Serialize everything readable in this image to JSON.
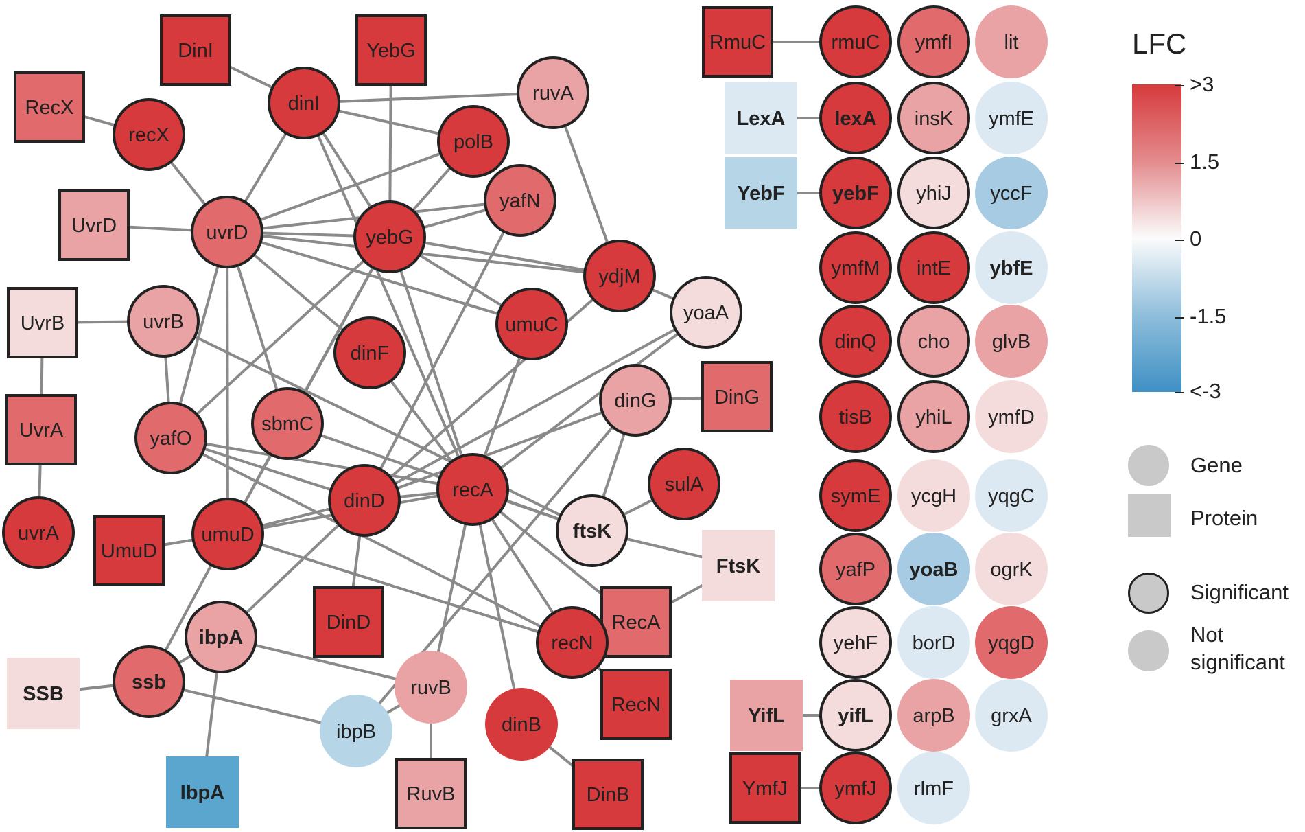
{
  "colors": {
    "strong_red": "#d73a3c",
    "mid_red": "#e06a6c",
    "light_red": "#e9a3a5",
    "pale_red": "#f5dcdc",
    "pale_blue": "#dce9f2",
    "light_blue": "#b6d6e8",
    "mid_blue": "#a6cbe2",
    "strong_blue": "#5aa6cf",
    "edge": "#8a8a8a",
    "outline": "#222222",
    "legend_gray": "#c9c9c9"
  },
  "nodes": [
    {
      "id": "DinI_p",
      "label": "DinI",
      "shape": "square",
      "significant": true,
      "bold": false,
      "level": "strong_red"
    },
    {
      "id": "YebG_p",
      "label": "YebG",
      "shape": "square",
      "significant": true,
      "bold": false,
      "level": "strong_red"
    },
    {
      "id": "RecX_p",
      "label": "RecX",
      "shape": "square",
      "significant": true,
      "bold": false,
      "level": "mid_red"
    },
    {
      "id": "UvrD_p",
      "label": "UvrD",
      "shape": "square",
      "significant": true,
      "bold": false,
      "level": "light_red"
    },
    {
      "id": "UvrB_p",
      "label": "UvrB",
      "shape": "square",
      "significant": true,
      "bold": false,
      "level": "pale_red"
    },
    {
      "id": "UvrA_p",
      "label": "UvrA",
      "shape": "square",
      "significant": true,
      "bold": false,
      "level": "mid_red"
    },
    {
      "id": "UmuD_p",
      "label": "UmuD",
      "shape": "square",
      "significant": true,
      "bold": false,
      "level": "strong_red"
    },
    {
      "id": "SSB_p",
      "label": "SSB",
      "shape": "square",
      "significant": false,
      "bold": true,
      "level": "pale_red"
    },
    {
      "id": "IbpA_p",
      "label": "IbpA",
      "shape": "square",
      "significant": false,
      "bold": true,
      "level": "strong_blue"
    },
    {
      "id": "DinD_p",
      "label": "DinD",
      "shape": "square",
      "significant": true,
      "bold": false,
      "level": "strong_red"
    },
    {
      "id": "RuvB_p",
      "label": "RuvB",
      "shape": "square",
      "significant": true,
      "bold": false,
      "level": "light_red"
    },
    {
      "id": "DinB_p",
      "label": "DinB",
      "shape": "square",
      "significant": true,
      "bold": false,
      "level": "strong_red"
    },
    {
      "id": "RecN_p",
      "label": "RecN",
      "shape": "square",
      "significant": true,
      "bold": false,
      "level": "strong_red"
    },
    {
      "id": "RecA_p",
      "label": "RecA",
      "shape": "square",
      "significant": true,
      "bold": false,
      "level": "mid_red"
    },
    {
      "id": "FtsK_p",
      "label": "FtsK",
      "shape": "square",
      "significant": false,
      "bold": true,
      "level": "pale_red"
    },
    {
      "id": "DinG_p",
      "label": "DinG",
      "shape": "square",
      "significant": true,
      "bold": false,
      "level": "mid_red"
    },
    {
      "id": "RmuC_p",
      "label": "RmuC",
      "shape": "square",
      "significant": true,
      "bold": false,
      "level": "strong_red"
    },
    {
      "id": "LexA_p",
      "label": "LexA",
      "shape": "square",
      "significant": false,
      "bold": true,
      "level": "pale_blue"
    },
    {
      "id": "YebF_p",
      "label": "YebF",
      "shape": "square",
      "significant": false,
      "bold": true,
      "level": "light_blue"
    },
    {
      "id": "YifL_p",
      "label": "YifL",
      "shape": "square",
      "significant": false,
      "bold": true,
      "level": "light_red"
    },
    {
      "id": "YmfJ_p",
      "label": "YmfJ",
      "shape": "square",
      "significant": true,
      "bold": false,
      "level": "strong_red"
    },
    {
      "id": "dinI",
      "label": "dinI",
      "shape": "circle",
      "significant": true,
      "bold": false,
      "level": "strong_red"
    },
    {
      "id": "recX",
      "label": "recX",
      "shape": "circle",
      "significant": true,
      "bold": false,
      "level": "strong_red"
    },
    {
      "id": "ruvA",
      "label": "ruvA",
      "shape": "circle",
      "significant": true,
      "bold": false,
      "level": "light_red"
    },
    {
      "id": "polB",
      "label": "polB",
      "shape": "circle",
      "significant": true,
      "bold": false,
      "level": "strong_red"
    },
    {
      "id": "yafN",
      "label": "yafN",
      "shape": "circle",
      "significant": true,
      "bold": false,
      "level": "mid_red"
    },
    {
      "id": "uvrD",
      "label": "uvrD",
      "shape": "circle",
      "significant": true,
      "bold": false,
      "level": "mid_red"
    },
    {
      "id": "yebG",
      "label": "yebG",
      "shape": "circle",
      "significant": true,
      "bold": false,
      "level": "strong_red"
    },
    {
      "id": "ydjM",
      "label": "ydjM",
      "shape": "circle",
      "significant": true,
      "bold": false,
      "level": "strong_red"
    },
    {
      "id": "yoaA",
      "label": "yoaA",
      "shape": "circle",
      "significant": true,
      "bold": false,
      "level": "pale_red"
    },
    {
      "id": "uvrB",
      "label": "uvrB",
      "shape": "circle",
      "significant": true,
      "bold": false,
      "level": "light_red"
    },
    {
      "id": "umuC",
      "label": "umuC",
      "shape": "circle",
      "significant": true,
      "bold": false,
      "level": "strong_red"
    },
    {
      "id": "dinF",
      "label": "dinF",
      "shape": "circle",
      "significant": true,
      "bold": false,
      "level": "strong_red"
    },
    {
      "id": "dinG",
      "label": "dinG",
      "shape": "circle",
      "significant": true,
      "bold": false,
      "level": "light_red"
    },
    {
      "id": "yafO",
      "label": "yafO",
      "shape": "circle",
      "significant": true,
      "bold": false,
      "level": "mid_red"
    },
    {
      "id": "sbmC",
      "label": "sbmC",
      "shape": "circle",
      "significant": true,
      "bold": false,
      "level": "mid_red"
    },
    {
      "id": "uvrA",
      "label": "uvrA",
      "shape": "circle",
      "significant": true,
      "bold": false,
      "level": "strong_red"
    },
    {
      "id": "dinD",
      "label": "dinD",
      "shape": "circle",
      "significant": true,
      "bold": false,
      "level": "strong_red"
    },
    {
      "id": "recA",
      "label": "recA",
      "shape": "circle",
      "significant": true,
      "bold": false,
      "level": "strong_red"
    },
    {
      "id": "sulA",
      "label": "sulA",
      "shape": "circle",
      "significant": true,
      "bold": false,
      "level": "strong_red"
    },
    {
      "id": "ftsK",
      "label": "ftsK",
      "shape": "circle",
      "significant": true,
      "bold": true,
      "level": "pale_red"
    },
    {
      "id": "umuD",
      "label": "umuD",
      "shape": "circle",
      "significant": true,
      "bold": false,
      "level": "strong_red"
    },
    {
      "id": "ibpA",
      "label": "ibpA",
      "shape": "circle",
      "significant": true,
      "bold": true,
      "level": "light_red"
    },
    {
      "id": "ssb",
      "label": "ssb",
      "shape": "circle",
      "significant": true,
      "bold": true,
      "level": "mid_red"
    },
    {
      "id": "ruvB",
      "label": "ruvB",
      "shape": "circle",
      "significant": false,
      "bold": false,
      "level": "light_red"
    },
    {
      "id": "ibpB",
      "label": "ibpB",
      "shape": "circle",
      "significant": false,
      "bold": false,
      "level": "light_blue"
    },
    {
      "id": "recN",
      "label": "recN",
      "shape": "circle",
      "significant": true,
      "bold": false,
      "level": "strong_red"
    },
    {
      "id": "dinB",
      "label": "dinB",
      "shape": "circle",
      "significant": false,
      "bold": false,
      "level": "strong_red"
    },
    {
      "id": "rmuC",
      "label": "rmuC",
      "shape": "circle",
      "significant": true,
      "bold": false,
      "level": "strong_red"
    },
    {
      "id": "ymfI",
      "label": "ymfI",
      "shape": "circle",
      "significant": true,
      "bold": false,
      "level": "mid_red"
    },
    {
      "id": "lit",
      "label": "lit",
      "shape": "circle",
      "significant": false,
      "bold": false,
      "level": "light_red"
    },
    {
      "id": "lexA",
      "label": "lexA",
      "shape": "circle",
      "significant": true,
      "bold": true,
      "level": "strong_red"
    },
    {
      "id": "insK",
      "label": "insK",
      "shape": "circle",
      "significant": true,
      "bold": false,
      "level": "light_red"
    },
    {
      "id": "ymfE",
      "label": "ymfE",
      "shape": "circle",
      "significant": false,
      "bold": false,
      "level": "pale_blue"
    },
    {
      "id": "yebF",
      "label": "yebF",
      "shape": "circle",
      "significant": true,
      "bold": true,
      "level": "strong_red"
    },
    {
      "id": "yhiJ",
      "label": "yhiJ",
      "shape": "circle",
      "significant": true,
      "bold": false,
      "level": "pale_red"
    },
    {
      "id": "yccF",
      "label": "yccF",
      "shape": "circle",
      "significant": false,
      "bold": false,
      "level": "mid_blue"
    },
    {
      "id": "ymfM",
      "label": "ymfM",
      "shape": "circle",
      "significant": true,
      "bold": false,
      "level": "strong_red"
    },
    {
      "id": "intE",
      "label": "intE",
      "shape": "circle",
      "significant": true,
      "bold": false,
      "level": "strong_red"
    },
    {
      "id": "ybfE",
      "label": "ybfE",
      "shape": "circle",
      "significant": false,
      "bold": true,
      "level": "pale_blue"
    },
    {
      "id": "dinQ",
      "label": "dinQ",
      "shape": "circle",
      "significant": true,
      "bold": false,
      "level": "strong_red"
    },
    {
      "id": "cho",
      "label": "cho",
      "shape": "circle",
      "significant": true,
      "bold": false,
      "level": "light_red"
    },
    {
      "id": "glvB",
      "label": "glvB",
      "shape": "circle",
      "significant": false,
      "bold": false,
      "level": "light_red"
    },
    {
      "id": "tisB",
      "label": "tisB",
      "shape": "circle",
      "significant": true,
      "bold": false,
      "level": "strong_red"
    },
    {
      "id": "yhiL",
      "label": "yhiL",
      "shape": "circle",
      "significant": true,
      "bold": false,
      "level": "light_red"
    },
    {
      "id": "ymfD",
      "label": "ymfD",
      "shape": "circle",
      "significant": false,
      "bold": false,
      "level": "pale_red"
    },
    {
      "id": "symE",
      "label": "symE",
      "shape": "circle",
      "significant": true,
      "bold": false,
      "level": "strong_red"
    },
    {
      "id": "ycgH",
      "label": "ycgH",
      "shape": "circle",
      "significant": false,
      "bold": false,
      "level": "pale_red"
    },
    {
      "id": "yqgC",
      "label": "yqgC",
      "shape": "circle",
      "significant": false,
      "bold": false,
      "level": "pale_blue"
    },
    {
      "id": "yafP",
      "label": "yafP",
      "shape": "circle",
      "significant": true,
      "bold": false,
      "level": "mid_red"
    },
    {
      "id": "yoaB",
      "label": "yoaB",
      "shape": "circle",
      "significant": false,
      "bold": true,
      "level": "mid_blue"
    },
    {
      "id": "ogrK",
      "label": "ogrK",
      "shape": "circle",
      "significant": false,
      "bold": false,
      "level": "pale_red"
    },
    {
      "id": "yehF",
      "label": "yehF",
      "shape": "circle",
      "significant": true,
      "bold": false,
      "level": "pale_red"
    },
    {
      "id": "borD",
      "label": "borD",
      "shape": "circle",
      "significant": false,
      "bold": false,
      "level": "pale_blue"
    },
    {
      "id": "yqgD",
      "label": "yqgD",
      "shape": "circle",
      "significant": false,
      "bold": false,
      "level": "mid_red"
    },
    {
      "id": "yifL",
      "label": "yifL",
      "shape": "circle",
      "significant": true,
      "bold": true,
      "level": "pale_red"
    },
    {
      "id": "arpB",
      "label": "arpB",
      "shape": "circle",
      "significant": false,
      "bold": false,
      "level": "light_red"
    },
    {
      "id": "grxA",
      "label": "grxA",
      "shape": "circle",
      "significant": false,
      "bold": false,
      "level": "pale_blue"
    },
    {
      "id": "ymfJ",
      "label": "ymfJ",
      "shape": "circle",
      "significant": true,
      "bold": false,
      "level": "strong_red"
    },
    {
      "id": "rlmF",
      "label": "rlmF",
      "shape": "circle",
      "significant": false,
      "bold": false,
      "level": "pale_blue"
    }
  ],
  "edges": [
    [
      "DinI_p",
      "dinI"
    ],
    [
      "YebG_p",
      "yebG"
    ],
    [
      "RecX_p",
      "recX"
    ],
    [
      "UvrD_p",
      "uvrD"
    ],
    [
      "UvrB_p",
      "uvrB"
    ],
    [
      "UvrB_p",
      "UvrA_p"
    ],
    [
      "UvrA_p",
      "uvrA"
    ],
    [
      "UmuD_p",
      "umuD"
    ],
    [
      "SSB_p",
      "ssb"
    ],
    [
      "IbpA_p",
      "ibpA"
    ],
    [
      "DinD_p",
      "dinD"
    ],
    [
      "RuvB_p",
      "ruvB"
    ],
    [
      "DinB_p",
      "dinB"
    ],
    [
      "RecN_p",
      "recN"
    ],
    [
      "RecA_p",
      "recA"
    ],
    [
      "RecA_p",
      "FtsK_p"
    ],
    [
      "FtsK_p",
      "ftsK"
    ],
    [
      "DinG_p",
      "dinG"
    ],
    [
      "recX",
      "uvrD"
    ],
    [
      "dinI",
      "ruvA"
    ],
    [
      "dinI",
      "polB"
    ],
    [
      "dinI",
      "uvrD"
    ],
    [
      "dinI",
      "yebG"
    ],
    [
      "dinI",
      "recA"
    ],
    [
      "uvrD",
      "polB"
    ],
    [
      "uvrD",
      "yafN"
    ],
    [
      "uvrD",
      "yebG"
    ],
    [
      "uvrD",
      "ydjM"
    ],
    [
      "uvrD",
      "umuC"
    ],
    [
      "uvrD",
      "dinF"
    ],
    [
      "uvrD",
      "yafO"
    ],
    [
      "uvrD",
      "sbmC"
    ],
    [
      "uvrD",
      "umuD"
    ],
    [
      "yebG",
      "polB"
    ],
    [
      "yebG",
      "yafN"
    ],
    [
      "yebG",
      "ydjM"
    ],
    [
      "yebG",
      "umuC"
    ],
    [
      "yebG",
      "yafO"
    ],
    [
      "yebG",
      "sbmC"
    ],
    [
      "yebG",
      "recA"
    ],
    [
      "yebG",
      "umuD"
    ],
    [
      "ruvA",
      "ydjM"
    ],
    [
      "ydjM",
      "yoaA"
    ],
    [
      "ydjM",
      "dinD"
    ],
    [
      "yafN",
      "dinD"
    ],
    [
      "yoaA",
      "dinD"
    ],
    [
      "yoaA",
      "recA"
    ],
    [
      "uvrB",
      "yafO"
    ],
    [
      "uvrB",
      "ftsK"
    ],
    [
      "dinF",
      "recA"
    ],
    [
      "umuC",
      "recA"
    ],
    [
      "dinG",
      "ftsK"
    ],
    [
      "dinG",
      "dinD"
    ],
    [
      "dinG",
      "ibpB"
    ],
    [
      "yafO",
      "dinD"
    ],
    [
      "yafO",
      "recA"
    ],
    [
      "yafO",
      "recN"
    ],
    [
      "sbmC",
      "umuD"
    ],
    [
      "sbmC",
      "ftsK"
    ],
    [
      "dinD",
      "umuD"
    ],
    [
      "dinD",
      "recA"
    ],
    [
      "recA",
      "ftsK"
    ],
    [
      "recA",
      "umuD"
    ],
    [
      "recA",
      "recN"
    ],
    [
      "recA",
      "dinB"
    ],
    [
      "recA",
      "ruvB"
    ],
    [
      "ftsK",
      "sulA"
    ],
    [
      "umuD",
      "recN"
    ],
    [
      "umuD",
      "ssb"
    ],
    [
      "ibpA",
      "ruvB"
    ],
    [
      "ibpA",
      "ssb"
    ],
    [
      "ssb",
      "ibpB"
    ],
    [
      "ruvB",
      "ibpB"
    ],
    [
      "dinD",
      "ibpA"
    ],
    [
      "RmuC_p",
      "rmuC"
    ],
    [
      "LexA_p",
      "lexA"
    ],
    [
      "YebF_p",
      "yebF"
    ],
    [
      "YifL_p",
      "yifL"
    ],
    [
      "YmfJ_p",
      "ymfJ"
    ]
  ],
  "legend": {
    "title": "LFC",
    "ticks": [
      ">3",
      "1.5",
      "0",
      "-1.5",
      "<-3"
    ],
    "shape_items": [
      {
        "shape": "circle",
        "label": "Gene"
      },
      {
        "shape": "square",
        "label": "Protein"
      }
    ],
    "outline_items": [
      {
        "outlined": true,
        "label": "Significant"
      },
      {
        "outlined": false,
        "label": "Not significant"
      }
    ]
  }
}
